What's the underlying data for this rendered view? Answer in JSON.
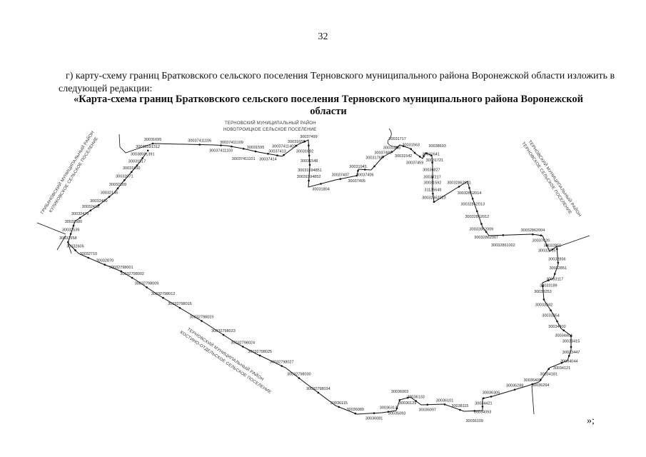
{
  "page_number": "32",
  "paragraph": "г) карту-схему границ Братковского сельского поселения Терновского муниципального района Воронежской области изложить в следующей редакции:",
  "map_title": "«Карта-схема границ Братковского сельского поселения Терновского муниципального района Воронежской области",
  "closing": "»;",
  "neighbors": {
    "top": [
      "ТЕРНОВСКИЙ МУНИЦИПАЛЬНЫЙ РАЙОН",
      "НОВОТРОИЦКОЕ СЕЛЬСКОЕ ПОСЕЛЕНИЕ"
    ],
    "left": [
      "ГРИБАНОВСКИЙ МУНИЦИПАЛЬНЫЙ РАЙОН",
      "КУЛИКОВСКОЕ СЕЛЬСКОЕ ПОСЕЛЕНИЕ"
    ],
    "right": [
      "ТЕРНОВСКИЙ МУНИЦИПАЛЬНЫЙ РАЙОН",
      "ТЕРНОВСКОЕ СЕЛЬСКОЕ ПОСЕЛЕНИЕ"
    ],
    "bottom": [
      "ТЕРНОВСКИЙ МУНИЦИПАЛЬНЫЙ РАЙОН",
      "КОСТИНО-ОТДЕЛЬСКОЕ СЕЛЬСКОЕ ПОСЕЛЕНИЕ"
    ]
  },
  "points": [
    "30031695",
    "30037411106",
    "30037411103",
    "30037411109",
    "30037411101",
    "30031595",
    "30037414",
    "30037413",
    "30037411402",
    "30031658",
    "30031692",
    "30037499",
    "30031548",
    "30031594851",
    "30031594852",
    "30031804",
    "30037407",
    "30037405",
    "30031945",
    "30037406",
    "30031765",
    "30037482",
    "30031838",
    "30031717",
    "30031542",
    "30031563",
    "30037459",
    "30031641",
    "30031721",
    "30038693",
    "30036827",
    "30037217",
    "30031592",
    "31135649",
    "30032862023",
    "30032862021",
    "30032862014",
    "30032862013",
    "30032862012",
    "30032862009",
    "30032862007",
    "30032861002",
    "30032862004",
    "30037620",
    "30032715",
    "30032850",
    "30032856",
    "30032851",
    "30033117",
    "30033189",
    "30033253",
    "30033342",
    "30033354",
    "30034402",
    "30034404",
    "30033415",
    "30033447",
    "30034044",
    "30034121",
    "30034181",
    "30036264",
    "30036401",
    "30036288",
    "30036305",
    "30034421",
    "30034093",
    "30036109",
    "30038115",
    "30036101",
    "30036097",
    "30036133",
    "30036129",
    "30036003",
    "30035093",
    "30036313",
    "30036081",
    "30036089",
    "30036115",
    "30032798034",
    "30032798030",
    "30032798027",
    "30032798025",
    "30032798024",
    "30032798023",
    "30032798019",
    "30032798015",
    "30032798012",
    "30032798009",
    "30032798002",
    "30032798001",
    "30032870",
    "30032710",
    "30032605",
    "30032558",
    "30032539",
    "30032580",
    "30032473",
    "30032418",
    "30032400",
    "30032145",
    "30032109",
    "30032071",
    "30031850",
    "30031817",
    "30038591391",
    "30038591312"
  ],
  "colors": {
    "line": "#111111",
    "text": "#111111"
  }
}
